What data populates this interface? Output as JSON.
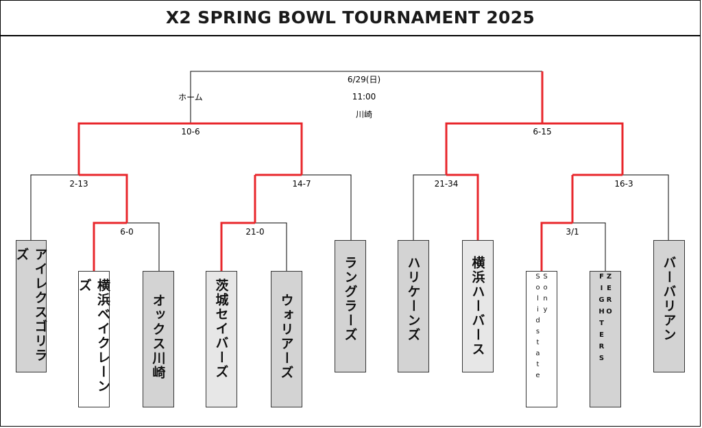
{
  "title": "X2 SPRING BOWL TOURNAMENT 2025",
  "final": {
    "date": "6/29(日)",
    "time": "11:00",
    "venue": "川崎",
    "home_label": "ホーム"
  },
  "scores": {
    "semi_left": "10-6",
    "semi_right": "6-15",
    "qf1": "2-13",
    "qf2": "14-7",
    "qf3": "21-34",
    "qf4": "16-3",
    "r1a": "6-0",
    "r1b": "21-0",
    "r1c": "3/1"
  },
  "teams": [
    "アイレクスゴリラズ",
    "横浜ベイクレーンズ",
    "オックス川崎",
    "茨城セイバーズ",
    "ウォリアーズ",
    "ラングラーズ",
    "ハリケーンズ",
    "横浜ハーバース",
    "Sony Solidstate",
    "ZERO FIGHTERS",
    "バーバリアン"
  ],
  "colors": {
    "winner_line": "#e8262b",
    "line": "#000000",
    "team_gray": "#d3d3d3",
    "team_light": "#e7e7e7"
  }
}
